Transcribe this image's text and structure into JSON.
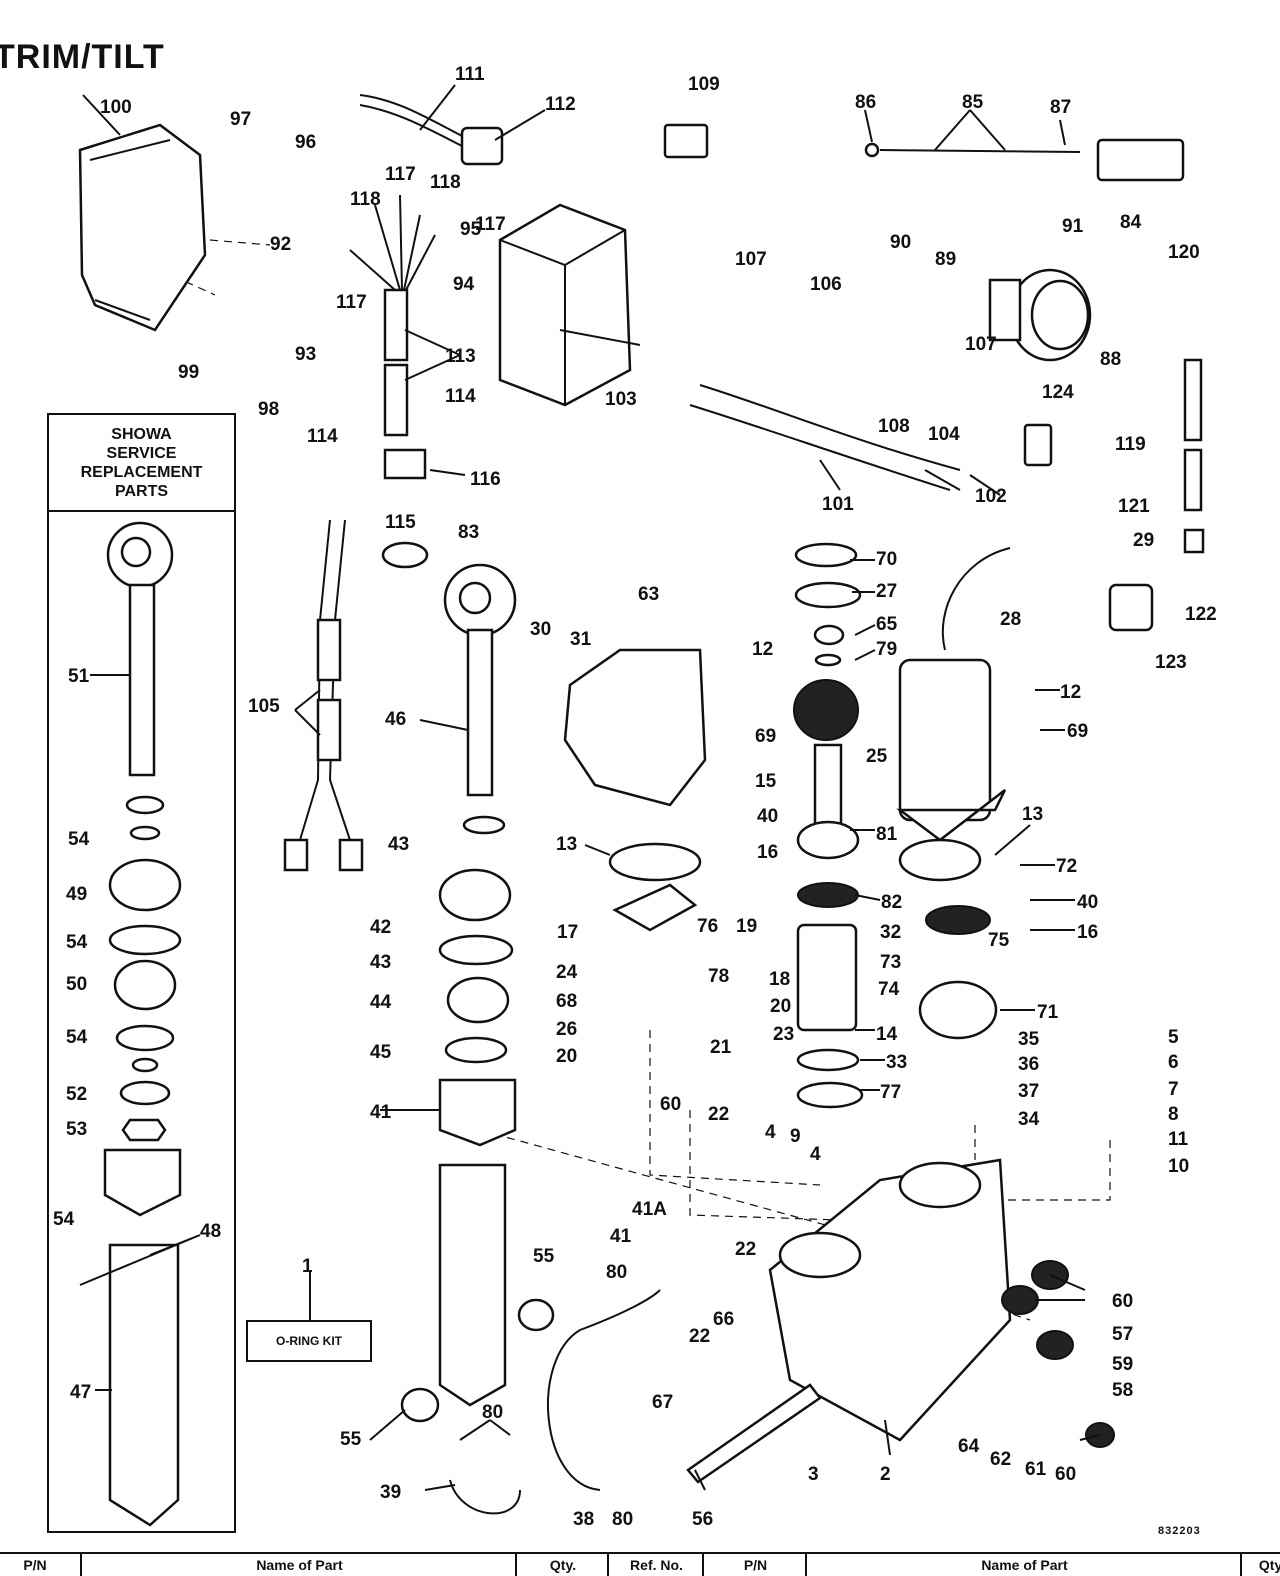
{
  "title": "TRIM/TILT",
  "side_panel": {
    "heading_lines": [
      "SHOWA",
      "SERVICE",
      "REPLACEMENT",
      "PARTS"
    ]
  },
  "oring_kit_label": "O-RING KIT",
  "drawing_code": "832203",
  "callouts": [
    {
      "id": "c111",
      "text": "111"
    },
    {
      "id": "c112",
      "text": "112"
    },
    {
      "id": "c109",
      "text": "109"
    },
    {
      "id": "c86",
      "text": "86"
    },
    {
      "id": "c85",
      "text": "85"
    },
    {
      "id": "c87",
      "text": "87"
    },
    {
      "id": "c100",
      "text": "100"
    },
    {
      "id": "c97",
      "text": "97"
    },
    {
      "id": "c96",
      "text": "96"
    },
    {
      "id": "c92",
      "text": "92"
    },
    {
      "id": "c93",
      "text": "93"
    },
    {
      "id": "c99",
      "text": "99"
    },
    {
      "id": "c98",
      "text": "98"
    },
    {
      "id": "c117a",
      "text": "117"
    },
    {
      "id": "c118a",
      "text": "118"
    },
    {
      "id": "c118b",
      "text": "118"
    },
    {
      "id": "c117b",
      "text": "117"
    },
    {
      "id": "c117c",
      "text": "117"
    },
    {
      "id": "c95",
      "text": "95"
    },
    {
      "id": "c94",
      "text": "94"
    },
    {
      "id": "c113",
      "text": "113"
    },
    {
      "id": "c114a",
      "text": "114"
    },
    {
      "id": "c114b",
      "text": "114"
    },
    {
      "id": "c116",
      "text": "116"
    },
    {
      "id": "c115",
      "text": "115"
    },
    {
      "id": "c91",
      "text": "91"
    },
    {
      "id": "c84",
      "text": "84"
    },
    {
      "id": "c90",
      "text": "90"
    },
    {
      "id": "c89",
      "text": "89"
    },
    {
      "id": "c88",
      "text": "88"
    },
    {
      "id": "c107a",
      "text": "107"
    },
    {
      "id": "c106",
      "text": "106"
    },
    {
      "id": "c107b",
      "text": "107"
    },
    {
      "id": "c108",
      "text": "108"
    },
    {
      "id": "c103",
      "text": "103"
    },
    {
      "id": "c104",
      "text": "104"
    },
    {
      "id": "c101",
      "text": "101"
    },
    {
      "id": "c102",
      "text": "102"
    },
    {
      "id": "c124",
      "text": "124"
    },
    {
      "id": "c120",
      "text": "120"
    },
    {
      "id": "c119",
      "text": "119"
    },
    {
      "id": "c121",
      "text": "121"
    },
    {
      "id": "c122",
      "text": "122"
    },
    {
      "id": "c123",
      "text": "123"
    },
    {
      "id": "c29",
      "text": "29"
    },
    {
      "id": "c83",
      "text": "83"
    },
    {
      "id": "c105",
      "text": "105"
    },
    {
      "id": "c51",
      "text": "51"
    },
    {
      "id": "c46",
      "text": "46"
    },
    {
      "id": "c54a",
      "text": "54"
    },
    {
      "id": "c49",
      "text": "49"
    },
    {
      "id": "c54b",
      "text": "54"
    },
    {
      "id": "c50",
      "text": "50"
    },
    {
      "id": "c54c",
      "text": "54"
    },
    {
      "id": "c52",
      "text": "52"
    },
    {
      "id": "c53",
      "text": "53"
    },
    {
      "id": "c54d",
      "text": "54"
    },
    {
      "id": "c48",
      "text": "48"
    },
    {
      "id": "c47",
      "text": "47"
    },
    {
      "id": "c43a",
      "text": "43"
    },
    {
      "id": "c42",
      "text": "42"
    },
    {
      "id": "c43b",
      "text": "43"
    },
    {
      "id": "c44",
      "text": "44"
    },
    {
      "id": "c45",
      "text": "45"
    },
    {
      "id": "c41a",
      "text": "41"
    },
    {
      "id": "c55a",
      "text": "55"
    },
    {
      "id": "c55b",
      "text": "55"
    },
    {
      "id": "c39",
      "text": "39"
    },
    {
      "id": "c80a",
      "text": "80"
    },
    {
      "id": "c38",
      "text": "38"
    },
    {
      "id": "c80b",
      "text": "80"
    },
    {
      "id": "c56",
      "text": "56"
    },
    {
      "id": "c30",
      "text": "30"
    },
    {
      "id": "c31",
      "text": "31"
    },
    {
      "id": "c63",
      "text": "63"
    },
    {
      "id": "c12a",
      "text": "12"
    },
    {
      "id": "c69a",
      "text": "69"
    },
    {
      "id": "c15",
      "text": "15"
    },
    {
      "id": "c40a",
      "text": "40"
    },
    {
      "id": "c16a",
      "text": "16"
    },
    {
      "id": "c13a",
      "text": "13"
    },
    {
      "id": "c17",
      "text": "17"
    },
    {
      "id": "c24",
      "text": "24"
    },
    {
      "id": "c68",
      "text": "68"
    },
    {
      "id": "c26",
      "text": "26"
    },
    {
      "id": "c20a",
      "text": "20"
    },
    {
      "id": "c76",
      "text": "76"
    },
    {
      "id": "c78",
      "text": "78"
    },
    {
      "id": "c19",
      "text": "19"
    },
    {
      "id": "c18",
      "text": "18"
    },
    {
      "id": "c20b",
      "text": "20"
    },
    {
      "id": "c21",
      "text": "21"
    },
    {
      "id": "c23",
      "text": "23"
    },
    {
      "id": "c22a",
      "text": "22"
    },
    {
      "id": "c60a",
      "text": "60"
    },
    {
      "id": "c4a",
      "text": "4"
    },
    {
      "id": "c9",
      "text": "9"
    },
    {
      "id": "c4b",
      "text": "4"
    },
    {
      "id": "c22b",
      "text": "22"
    },
    {
      "id": "c41A",
      "text": "41A"
    },
    {
      "id": "c41b",
      "text": "41"
    },
    {
      "id": "c80c",
      "text": "80"
    },
    {
      "id": "c66",
      "text": "66"
    },
    {
      "id": "c22c",
      "text": "22"
    },
    {
      "id": "c67",
      "text": "67"
    },
    {
      "id": "c70",
      "text": "70"
    },
    {
      "id": "c27",
      "text": "27"
    },
    {
      "id": "c65",
      "text": "65"
    },
    {
      "id": "c79",
      "text": "79"
    },
    {
      "id": "c25",
      "text": "25"
    },
    {
      "id": "c81",
      "text": "81"
    },
    {
      "id": "c82",
      "text": "82"
    },
    {
      "id": "c14",
      "text": "14"
    },
    {
      "id": "c33",
      "text": "33"
    },
    {
      "id": "c77",
      "text": "77"
    },
    {
      "id": "c28",
      "text": "28"
    },
    {
      "id": "c12b",
      "text": "12"
    },
    {
      "id": "c69b",
      "text": "69"
    },
    {
      "id": "c13b",
      "text": "13"
    },
    {
      "id": "c72",
      "text": "72"
    },
    {
      "id": "c40b",
      "text": "40"
    },
    {
      "id": "c16b",
      "text": "16"
    },
    {
      "id": "c32",
      "text": "32"
    },
    {
      "id": "c75",
      "text": "75"
    },
    {
      "id": "c73",
      "text": "73"
    },
    {
      "id": "c74",
      "text": "74"
    },
    {
      "id": "c71",
      "text": "71"
    },
    {
      "id": "c35",
      "text": "35"
    },
    {
      "id": "c36",
      "text": "36"
    },
    {
      "id": "c37",
      "text": "37"
    },
    {
      "id": "c34",
      "text": "34"
    },
    {
      "id": "c5",
      "text": "5"
    },
    {
      "id": "c6",
      "text": "6"
    },
    {
      "id": "c7",
      "text": "7"
    },
    {
      "id": "c8",
      "text": "8"
    },
    {
      "id": "c11",
      "text": "11"
    },
    {
      "id": "c10",
      "text": "10"
    },
    {
      "id": "c60b",
      "text": "60"
    },
    {
      "id": "c57",
      "text": "57"
    },
    {
      "id": "c59",
      "text": "59"
    },
    {
      "id": "c58",
      "text": "58"
    },
    {
      "id": "c3",
      "text": "3"
    },
    {
      "id": "c2",
      "text": "2"
    },
    {
      "id": "c64",
      "text": "64"
    },
    {
      "id": "c62",
      "text": "62"
    },
    {
      "id": "c61",
      "text": "61"
    },
    {
      "id": "c60c",
      "text": "60"
    },
    {
      "id": "c1",
      "text": "1"
    }
  ],
  "table_header": {
    "columns": [
      "P/N",
      "Name of Part",
      "Qty.",
      "Ref. No.",
      "P/N",
      "Name of Part",
      "Qty."
    ]
  }
}
